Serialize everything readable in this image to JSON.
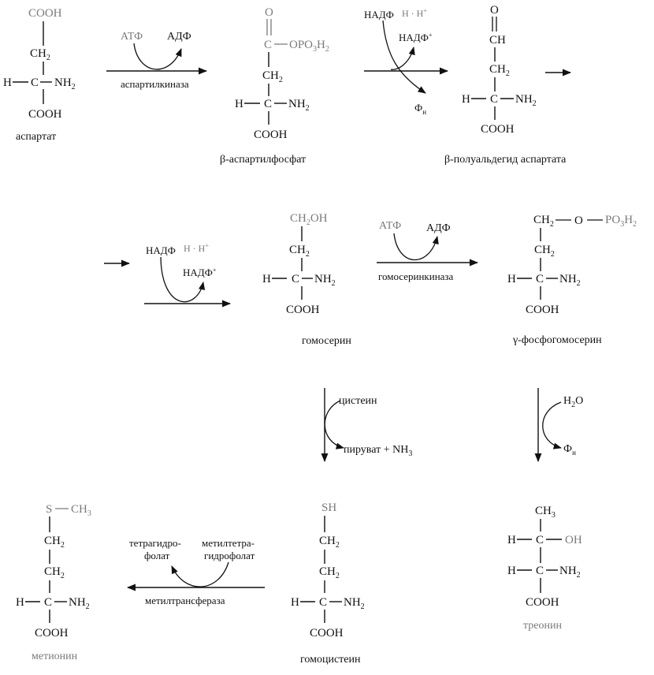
{
  "colors": {
    "ink": "#111111",
    "faint": "#7a7a7a",
    "background": "#ffffff"
  },
  "molecules": {
    "aspartate": {
      "top": "COOH",
      "ch2": "CH",
      "ch2_sub": "2",
      "h": "H",
      "c": "C",
      "nh": "NH",
      "nh_sub": "2",
      "bottom": "COOH",
      "name": "аспартат"
    },
    "aspartylphosphate": {
      "o": "O",
      "c_top": "C",
      "opo": "OPO",
      "opo_sub1": "3",
      "h_part": "H",
      "opo_sub2": "2",
      "ch2": "CH",
      "ch2_sub": "2",
      "h": "H",
      "c": "C",
      "nh": "NH",
      "nh_sub": "2",
      "bottom": "COOH",
      "name": "β-аспартилфосфат"
    },
    "semialdehyde": {
      "o": "O",
      "ch": "CH",
      "ch2": "CH",
      "ch2_sub": "2",
      "h": "H",
      "c": "C",
      "nh": "NH",
      "nh_sub": "2",
      "bottom": "COOH",
      "name": "β-полуальдегид аспартата"
    },
    "homoserine": {
      "top": "CH",
      "top_sub": "2",
      "top_tail": "OH",
      "ch2": "CH",
      "ch2_sub": "2",
      "h": "H",
      "c": "C",
      "nh": "NH",
      "nh_sub": "2",
      "bottom": "COOH",
      "name": "гомосерин"
    },
    "phosphohomoserine": {
      "top": "CH",
      "top_sub": "2",
      "o": "O",
      "po": "PO",
      "po_sub1": "3",
      "h_part": "H",
      "po_sub2": "2",
      "ch2": "CH",
      "ch2_sub": "2",
      "h": "H",
      "c": "C",
      "nh": "NH",
      "nh_sub": "2",
      "bottom": "COOH",
      "name": "γ-фосфогомосерин"
    },
    "methionine": {
      "s": "S",
      "ch3": "CH",
      "ch3_sub": "3",
      "ch2a": "CH",
      "ch2a_sub": "2",
      "ch2b": "CH",
      "ch2b_sub": "2",
      "h": "H",
      "c": "C",
      "nh": "NH",
      "nh_sub": "2",
      "bottom": "COOH",
      "name": "метионин"
    },
    "homocysteine": {
      "sh": "SH",
      "ch2a": "CH",
      "ch2a_sub": "2",
      "ch2b": "CH",
      "ch2b_sub": "2",
      "h": "H",
      "c": "C",
      "nh": "NH",
      "nh_sub": "2",
      "bottom": "COOH",
      "name": "гомоцистеин"
    },
    "threonine": {
      "ch3": "CH",
      "ch3_sub": "3",
      "h1": "H",
      "c1": "C",
      "oh": "OH",
      "h2": "H",
      "c2": "C",
      "nh": "NH",
      "nh_sub": "2",
      "bottom": "COOH",
      "name": "треонин"
    }
  },
  "reactions": {
    "aspartokinase": {
      "atp": "АТФ",
      "adp": "АДФ",
      "enzyme": "аспартилкиназа"
    },
    "reduction1": {
      "nadph": "НАДФ",
      "h_h": "H · H",
      "h_plus": "+",
      "nadp": "НАДФ",
      "nadp_plus": "+",
      "phi": "Ф",
      "phi_sub": "н"
    },
    "reduction2": {
      "nadph": "НАДФ",
      "h_h": "H · H",
      "h_plus": "+",
      "nadp": "НАДФ",
      "nadp_plus": "+"
    },
    "homoserine_kinase": {
      "atp": "АТФ",
      "adp": "АДФ",
      "enzyme": "гомосеринкиназа"
    },
    "cysteine_step": {
      "cysteine": "цистеин",
      "pyruvate": "пируват + NH",
      "pyruvate_sub": "3"
    },
    "threonine_step": {
      "water": "H",
      "water_sub": "2",
      "water_tail": "O",
      "phi": "Ф",
      "phi_sub": "н"
    },
    "methyltransferase": {
      "thf_line1": "тетрагидро-",
      "thf_line2": "фолат",
      "mthf_line1": "метилтетра-",
      "mthf_line2": "гидрофолат",
      "enzyme": "метилтрансфераза"
    }
  }
}
